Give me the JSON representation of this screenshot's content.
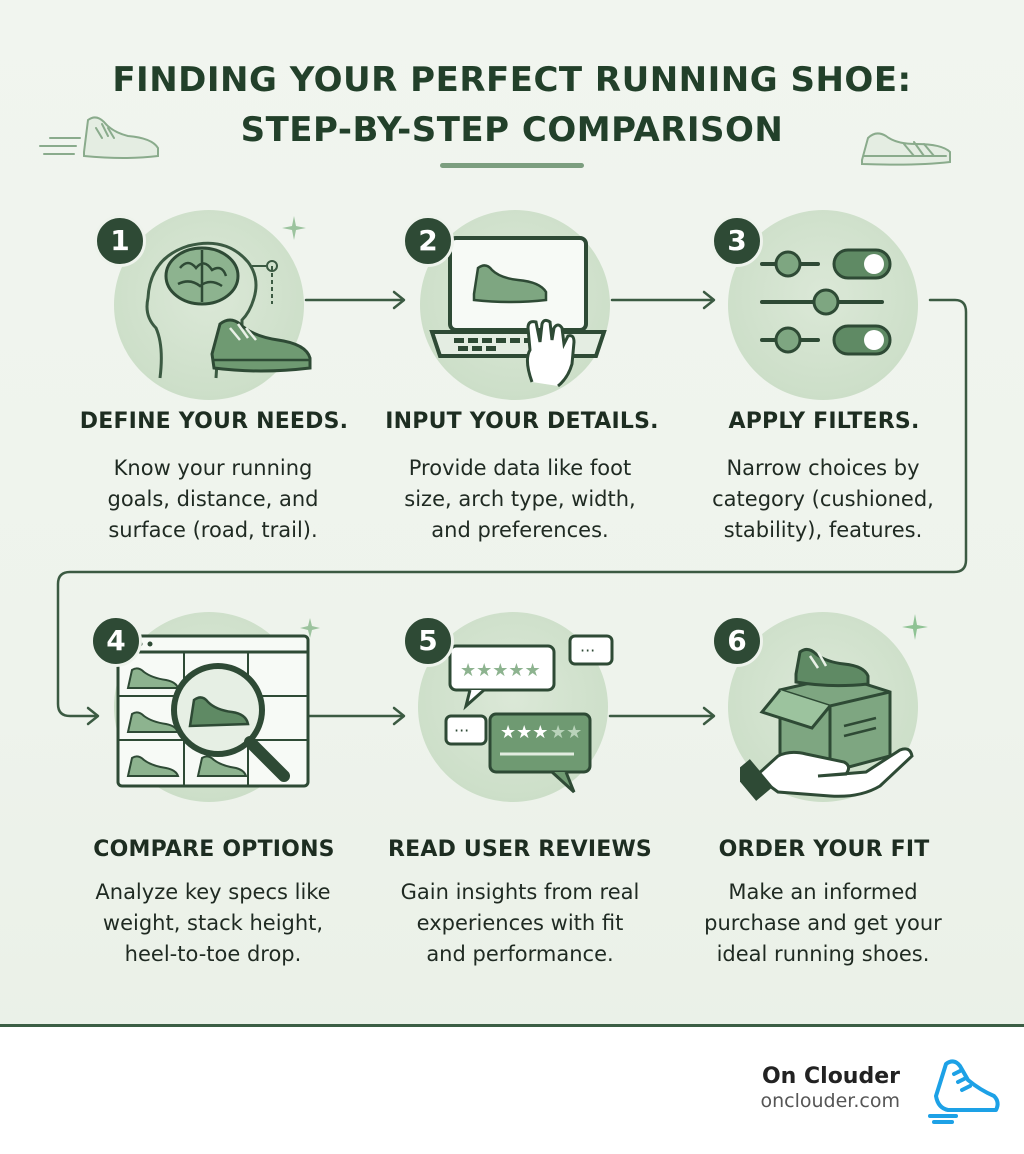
{
  "title": {
    "line1": "FINDING YOUR PERFECT RUNNING SHOE:",
    "line2": "STEP-BY-STEP COMPARISON"
  },
  "steps": [
    {
      "number": "1",
      "title": "DEFINE YOUR NEEDS.",
      "desc": [
        "Know your running",
        "goals, distance, and",
        "surface (road, trail)."
      ],
      "icon": "brain-head-shoe-icon"
    },
    {
      "number": "2",
      "title": "INPUT YOUR DETAILS.",
      "desc": [
        "Provide data like foot",
        "size, arch type, width,",
        "and preferences."
      ],
      "icon": "laptop-typing-icon"
    },
    {
      "number": "3",
      "title": "APPLY FILTERS.",
      "desc": [
        "Narrow choices by",
        "category (cushioned,",
        "stability), features."
      ],
      "icon": "filter-sliders-icon"
    },
    {
      "number": "4",
      "title": "COMPARE OPTIONS",
      "desc": [
        "Analyze key specs like",
        "weight, stack height,",
        "heel-to-toe drop."
      ],
      "icon": "magnifier-grid-icon"
    },
    {
      "number": "5",
      "title": "READ USER REVIEWS",
      "desc": [
        "Gain insights from real",
        "experiences with fit",
        "and performance."
      ],
      "icon": "review-bubbles-icon"
    },
    {
      "number": "6",
      "title": "ORDER YOUR FIT",
      "desc": [
        "Make an informed",
        "purchase and get your",
        "ideal running shoes."
      ],
      "icon": "box-hand-shoe-icon"
    }
  ],
  "footer": {
    "brand": "On Clouder",
    "url": "onclouder.com",
    "logo_icon": "running-shoe-logo-icon"
  },
  "colors": {
    "dark_green": "#2e4a35",
    "mid_green": "#5f8a64",
    "light_green": "#cddfc9",
    "logo_blue": "#1da1e6"
  }
}
